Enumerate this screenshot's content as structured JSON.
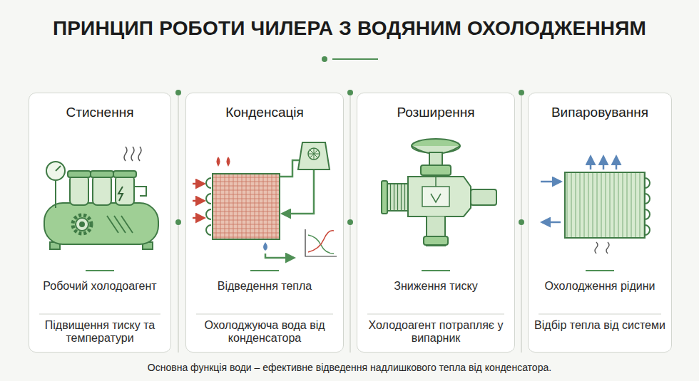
{
  "diagram": {
    "title": "ПРИНЦИП РОБОТИ ЧИЛЕРА З ВОДЯНИМ ОХОЛОДЖЕННЯМ",
    "caption": "Основна функція води – ефективне відведення надлишкового тепла від конденсатора.",
    "nodes": [
      {
        "text": [
          "Стиснення",
          "Робочий холодоагент",
          "Підвищення тиску та температури"
        ]
      },
      {
        "text": [
          "Конденсація",
          "Відведення тепла",
          "Охолоджуюча вода від конденсатора"
        ]
      },
      {
        "text": [
          "Розширення",
          "Зниження тиску",
          "Холодоагент потрапляє у випарник"
        ]
      },
      {
        "text": [
          "Випаровування",
          "Охолодження рідини",
          "Відбір тепла від системи"
        ]
      }
    ]
  }
}
